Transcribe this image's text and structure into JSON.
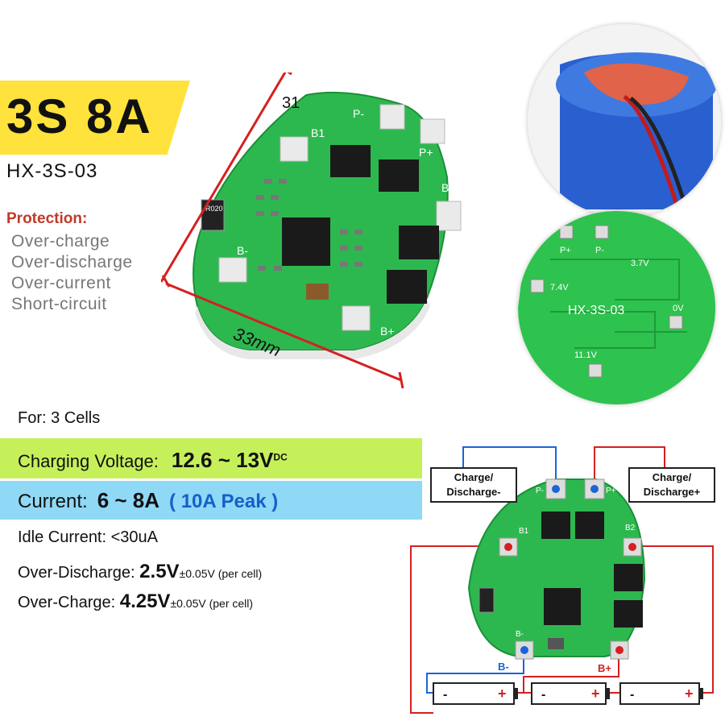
{
  "title": "3S 8A",
  "model": "HX-3S-03",
  "protection": {
    "heading": "Protection:",
    "items": [
      "Over-charge",
      "Over-discharge",
      "Over-current",
      "Short-circuit"
    ]
  },
  "dimensions": {
    "height": "31",
    "width": "33mm"
  },
  "pcb_labels": {
    "b1": "B1",
    "b2": "B2",
    "p_minus": "P-",
    "p_plus": "P+",
    "b_minus": "B-",
    "b_plus": "B+",
    "resistor": "R020"
  },
  "zoom_pcb": {
    "p_plus": "P+",
    "p_minus": "P-",
    "v37": "3.7V",
    "v74": "7.4V",
    "model": "HX-3S-03",
    "v0": "0V",
    "v111": "11.1V"
  },
  "specs": {
    "cells": "For: 3 Cells",
    "voltage_label": "Charging Voltage:",
    "voltage_value": "12.6 ~ 13V",
    "voltage_unit": "DC",
    "current_label": "Current:",
    "current_value": "6 ~ 8A",
    "current_peak": "( 10A Peak )",
    "idle": "Idle Current: <30uA",
    "overdischarge_label": "Over-Discharge:",
    "overdischarge_value": "2.5V",
    "overdischarge_tol": "±0.05V (per cell)",
    "overcharge_label": "Over-Charge:",
    "overcharge_value": "4.25V",
    "overcharge_tol": "±0.05V (per cell)"
  },
  "wiring": {
    "charge_neg": "Charge/\nDischarge-",
    "charge_pos": "Charge/\nDischarge+",
    "b_minus": "B-",
    "b_plus": "B+",
    "cell_minus": "-",
    "cell_plus": "+"
  },
  "colors": {
    "accent_yellow": "#ffe23c",
    "band_green": "#c6f05a",
    "band_blue": "#8fd8f6",
    "pcb_green": "#2db84f",
    "wire_red": "#d42020",
    "wire_blue": "#1c64d8",
    "protection_red": "#c0392b"
  }
}
